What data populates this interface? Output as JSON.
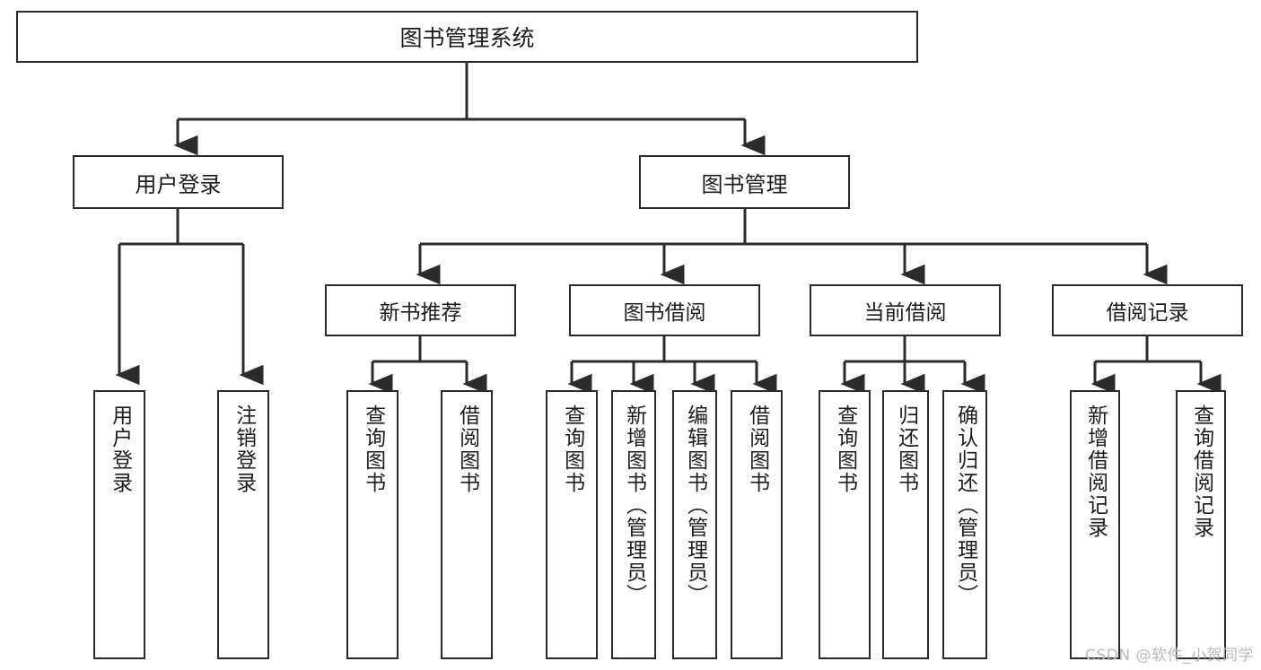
{
  "diagram": {
    "title": "图书管理系统",
    "watermark": "CSDN @软件_小贺同学",
    "stroke_color": "#2b2b2b",
    "background_color": "#ffffff",
    "text_color": "#1d1d1d",
    "watermark_color": "#b9b9b9",
    "type": "tree-hierarchy",
    "nodes": {
      "root": {
        "label": "图书管理系统"
      },
      "tier2": [
        {
          "label": "用户登录"
        },
        {
          "label": "图书管理"
        }
      ],
      "tier3": [
        {
          "label": "新书推荐"
        },
        {
          "label": "图书借阅"
        },
        {
          "label": "当前借阅"
        },
        {
          "label": "借阅记录"
        }
      ],
      "leaves": {
        "user_login": [
          {
            "label": "用户登录"
          },
          {
            "label": "注销登录"
          }
        ],
        "new_book_recommend": [
          {
            "label": "查询图书"
          },
          {
            "label": "借阅图书"
          }
        ],
        "book_borrow": [
          {
            "label": "查询图书"
          },
          {
            "label": "新增图书（管理员）"
          },
          {
            "label": "编辑图书（管理员）"
          },
          {
            "label": "借阅图书"
          }
        ],
        "current_borrow": [
          {
            "label": "查询图书"
          },
          {
            "label": "归还图书"
          },
          {
            "label": "确认归还（管理员）"
          }
        ],
        "borrow_record": [
          {
            "label": "新增借阅记录"
          },
          {
            "label": "查询借阅记录"
          }
        ]
      }
    }
  }
}
